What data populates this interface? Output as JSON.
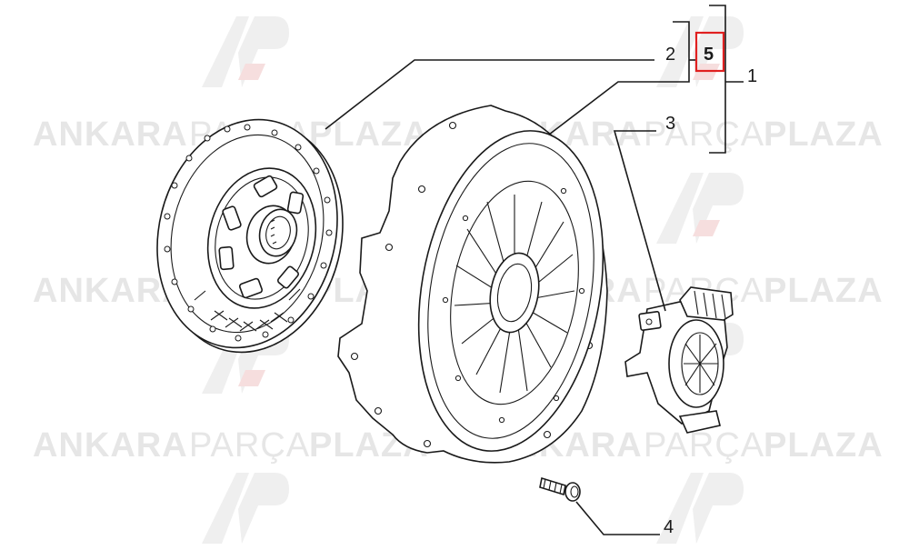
{
  "watermark": {
    "word1": "ANKARA",
    "word2": "PARÇA",
    "word3": "PLAZA"
  },
  "labels": {
    "assembly": "1",
    "disc": "2",
    "bearing": "3",
    "bolt": "4",
    "highlighted": "5"
  },
  "colors": {
    "highlight": "#e02020",
    "line": "#1a1a1a",
    "watermark": "#e6e6e6"
  }
}
